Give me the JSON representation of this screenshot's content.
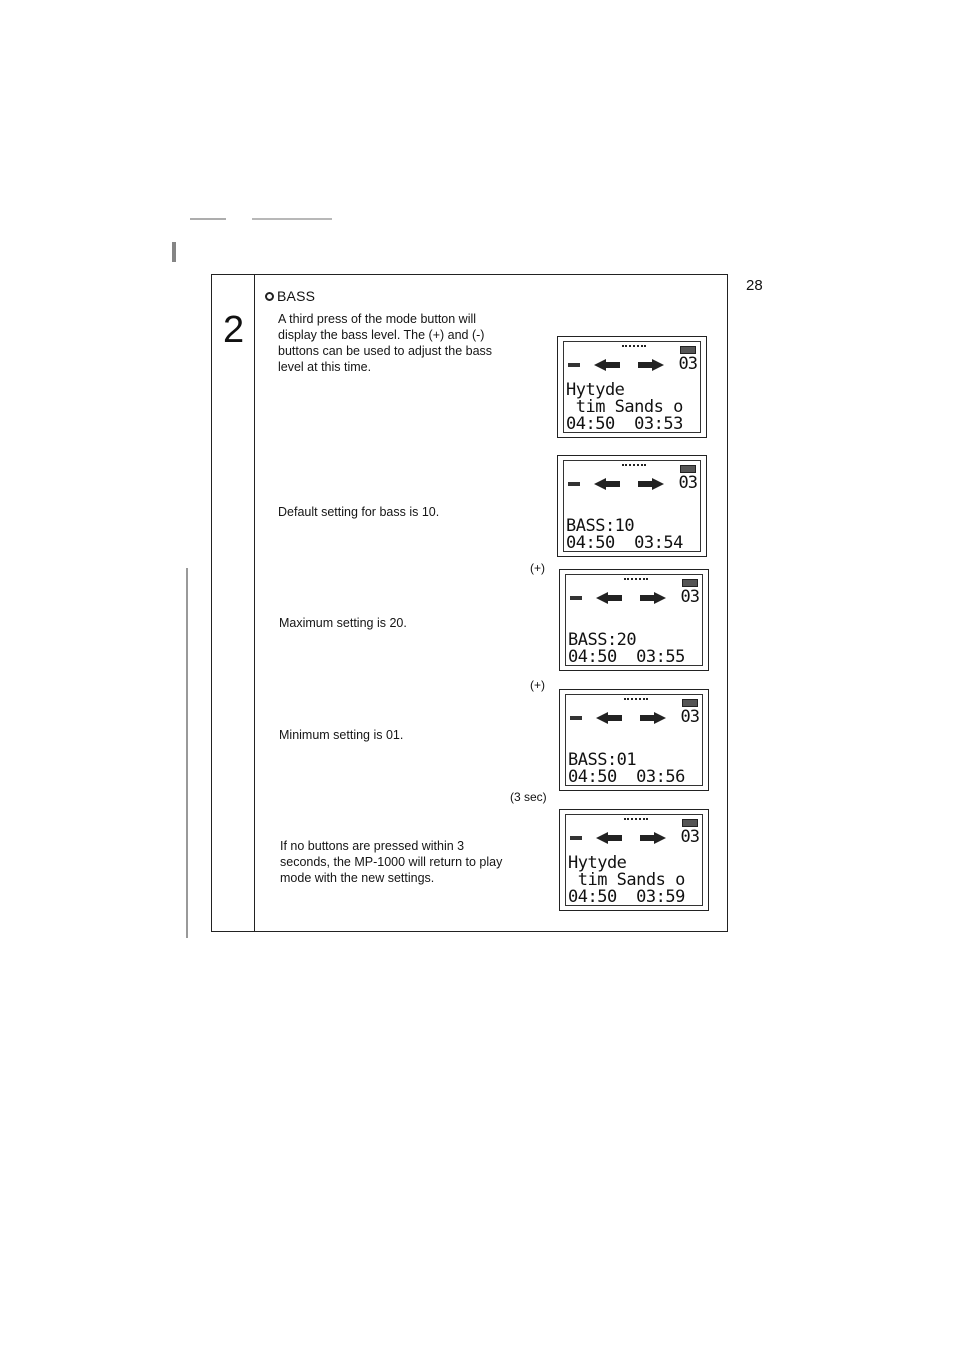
{
  "page": {
    "page_number": "28",
    "step_number": "2",
    "section_title": "BASS"
  },
  "steps": {
    "intro": "A third press of the mode button will display the bass level. The (+) and (-) buttons can be used to adjust the bass level at this time.",
    "default": "Default setting for bass is 10.",
    "maximum": "Maximum setting is 20.",
    "minimum": "Minimum setting is 01.",
    "return": "If no buttons are pressed within 3 seconds, the MP-1000 will return to play mode with the new settings."
  },
  "transitions": {
    "plus_1": "(+)",
    "plus_2": "(+)",
    "delay": "(3 sec)"
  },
  "displays": [
    {
      "track": "03",
      "line1": "Hytyde",
      "line2": " tim Sands o",
      "line3": "04:50  03:53"
    },
    {
      "track": "03",
      "line1": "",
      "line2": "BASS:10",
      "line3": "04:50  03:54"
    },
    {
      "track": "03",
      "line1": "",
      "line2": "BASS:20",
      "line3": "04:50  03:55"
    },
    {
      "track": "03",
      "line1": "",
      "line2": "BASS:01",
      "line3": "04:50  03:56"
    },
    {
      "track": "03",
      "line1": "Hytyde",
      "line2": " tim Sands o",
      "line3": "04:50  03:59"
    }
  ],
  "icons": {
    "format_badge": "mp3-arrow-icon",
    "battery": "battery-icon"
  }
}
